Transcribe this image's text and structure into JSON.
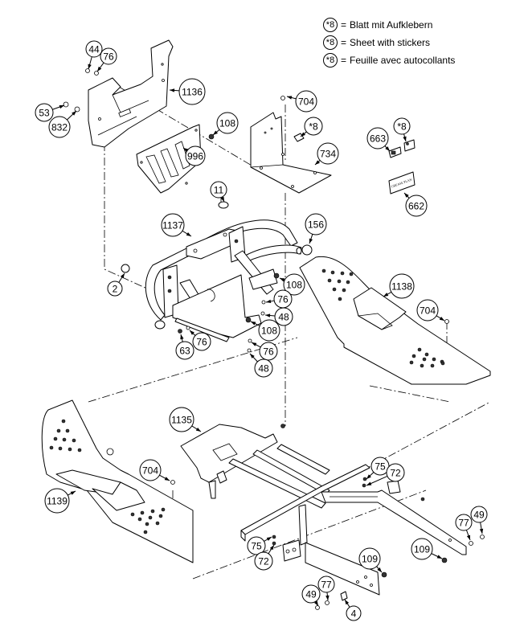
{
  "legend": {
    "items": [
      {
        "badge": "*8",
        "equals": "=",
        "text": "Blatt mit Aufklebern"
      },
      {
        "badge": "*8",
        "equals": "=",
        "text": "Sheet with stickers"
      },
      {
        "badge": "*8",
        "equals": "=",
        "text": "Feuille avec autocollants"
      }
    ]
  },
  "decals": {
    "plate_text": "GREASE PLAN"
  },
  "callouts": [
    {
      "id": "c44a",
      "label": "44"
    },
    {
      "id": "c76a",
      "label": "76"
    },
    {
      "id": "c53",
      "label": "53"
    },
    {
      "id": "c832",
      "label": "832"
    },
    {
      "id": "c1136",
      "label": "1136"
    },
    {
      "id": "c108a",
      "label": "108"
    },
    {
      "id": "c996",
      "label": "996"
    },
    {
      "id": "c704a",
      "label": "704"
    },
    {
      "id": "c8a",
      "label": "*8"
    },
    {
      "id": "c734",
      "label": "734"
    },
    {
      "id": "c663",
      "label": "663"
    },
    {
      "id": "c8b",
      "label": "*8"
    },
    {
      "id": "c662",
      "label": "662"
    },
    {
      "id": "c11",
      "label": "11"
    },
    {
      "id": "c1137",
      "label": "1137"
    },
    {
      "id": "c156",
      "label": "156"
    },
    {
      "id": "c2",
      "label": "2"
    },
    {
      "id": "c108b",
      "label": "108"
    },
    {
      "id": "c76b",
      "label": "76"
    },
    {
      "id": "c48a",
      "label": "48"
    },
    {
      "id": "c108c",
      "label": "108"
    },
    {
      "id": "c63",
      "label": "63"
    },
    {
      "id": "c76c",
      "label": "76"
    },
    {
      "id": "c76d",
      "label": "76"
    },
    {
      "id": "c48b",
      "label": "48"
    },
    {
      "id": "c1138",
      "label": "1138"
    },
    {
      "id": "c704b",
      "label": "704"
    },
    {
      "id": "c1135",
      "label": "1135"
    },
    {
      "id": "c1139",
      "label": "1139"
    },
    {
      "id": "c704c",
      "label": "704"
    },
    {
      "id": "c75a",
      "label": "75"
    },
    {
      "id": "c72a",
      "label": "72"
    },
    {
      "id": "c49a",
      "label": "49"
    },
    {
      "id": "c77a",
      "label": "77"
    },
    {
      "id": "c109a",
      "label": "109"
    },
    {
      "id": "c75b",
      "label": "75"
    },
    {
      "id": "c72b",
      "label": "72"
    },
    {
      "id": "c109b",
      "label": "109"
    },
    {
      "id": "c49b",
      "label": "49"
    },
    {
      "id": "c77b",
      "label": "77"
    },
    {
      "id": "c4",
      "label": "4"
    }
  ]
}
